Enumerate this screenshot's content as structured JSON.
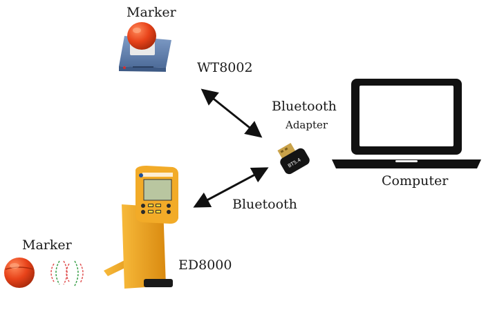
{
  "labels": {
    "marker_top": "Marker",
    "wt8002": "WT8002",
    "bluetooth_adapter_title": "Bluetooth",
    "bluetooth_adapter_sub": "Adapter",
    "computer": "Computer",
    "bluetooth_link": "Bluetooth",
    "marker_bottom": "Marker",
    "ed8000": "ED8000"
  },
  "adapter_text": "BT5.4",
  "colors": {
    "marker_ball": "#e8431a",
    "wt_box": "#5a79a8",
    "locator_body": "#f0a21c",
    "laptop": "#111111",
    "arrow": "#111111",
    "signal_red": "#e05050",
    "signal_green": "#3aa04a"
  },
  "icons": [
    "marker-ball-icon",
    "wt8002-device-icon",
    "usb-adapter-icon",
    "laptop-icon",
    "ed8000-locator-icon",
    "signal-waves-icon"
  ]
}
